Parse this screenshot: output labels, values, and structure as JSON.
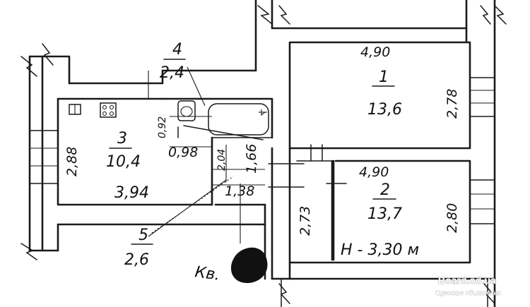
{
  "rooms": [
    {
      "id": "room-1",
      "number": "1",
      "area": "13,6",
      "width": "4,90",
      "depth": "2,78"
    },
    {
      "id": "room-2",
      "number": "2",
      "area": "13,7",
      "width": "4,90",
      "depth": "2,80",
      "left_side": "2,73"
    },
    {
      "id": "room-3",
      "number": "3",
      "area": "10,4",
      "width": "3,94",
      "depth": "2,88"
    },
    {
      "id": "room-4",
      "number": "4",
      "area": "2,4"
    },
    {
      "id": "room-5",
      "number": "5",
      "area": "2,6"
    }
  ],
  "dimensions": {
    "d_0_92": "0,92",
    "d_0_98": "0,98",
    "d_2_04": "2,04",
    "d_1_66": "1,66",
    "d_1_38": "1,38"
  },
  "ceiling_height": "H - 3,30 м",
  "apartment_label": "Кв.",
  "watermark": {
    "site": "Board.od.ua",
    "tagline": "Одесские объявления"
  }
}
